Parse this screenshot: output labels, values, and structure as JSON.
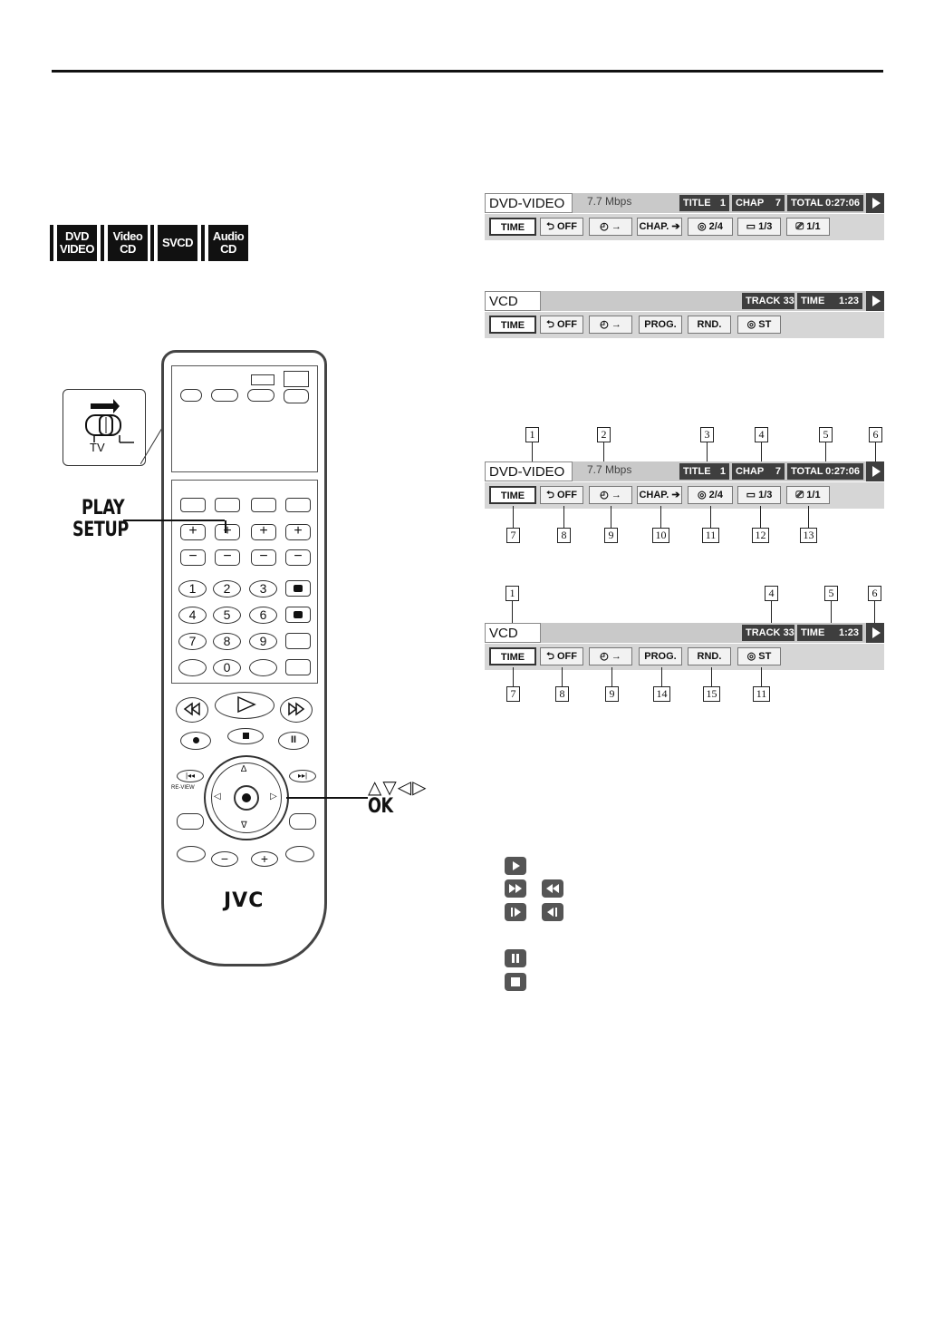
{
  "badges": [
    "DVD\nVIDEO",
    "Video\nCD",
    "SVCD",
    "Audio\nCD"
  ],
  "osd_dvd": {
    "mode": "DVD-VIDEO",
    "rate": "7.7 Mbps",
    "title_label": "TITLE",
    "title_value": "1",
    "chap_label": "CHAP",
    "chap_value": "7",
    "total_label": "TOTAL",
    "total_value": "0:27:06",
    "buttons": [
      "TIME",
      "OFF",
      "→",
      "CHAP.",
      "2/4",
      "1/3",
      "1/1"
    ]
  },
  "osd_vcd": {
    "mode": "VCD",
    "track_label": "TRACK",
    "track_value": "33",
    "time_label": "TIME",
    "time_value": "1:23",
    "buttons": [
      "TIME",
      "OFF",
      "→",
      "PROG.",
      "RND.",
      "ST"
    ]
  },
  "dvd_callouts_top": [
    "1",
    "2",
    "3",
    "4",
    "5",
    "6"
  ],
  "dvd_callouts_bottom": [
    "7",
    "8",
    "9",
    "10",
    "11",
    "12",
    "13"
  ],
  "vcd_callouts_top": [
    "1",
    "4",
    "5",
    "6"
  ],
  "vcd_callouts_bottom": [
    "7",
    "8",
    "9",
    "14",
    "15",
    "11"
  ],
  "remote": {
    "brand": "JVC",
    "tv_label": "TV",
    "numbers": [
      "1",
      "2",
      "3",
      "4",
      "5",
      "6",
      "7",
      "8",
      "9",
      "0"
    ],
    "review_label": "RE-VIEW"
  },
  "labels": {
    "play_setup_1": "PLAY",
    "play_setup_2": "SETUP",
    "arrows": "△▽◁▷",
    "ok": "OK"
  }
}
